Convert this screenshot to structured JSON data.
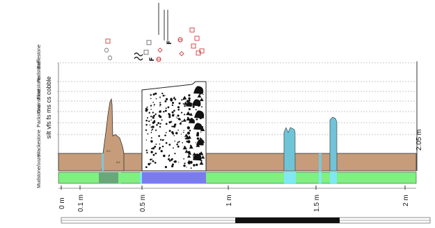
{
  "grain_size_header": "silt vfs fs ms cs cobble",
  "lithology_labels": [
    "Mudstone/ooze",
    "Wackestone",
    "Packstone",
    "Grainstone",
    "Floatstone",
    "Rudstone",
    "Bafflestone"
  ],
  "height_label": "2.05 m",
  "scale_ticks": [
    "0 m",
    "0.1 m",
    "0.5 m",
    "1 m",
    "1.5 m",
    "2 m"
  ],
  "symbols": {
    "fossil_mark": "F",
    "sedimentary_structure_icon": "wavy-lamination-icon",
    "fossil_icon": "fossil-icon"
  },
  "colors": {
    "sand_fill": "#c69c7a",
    "bar_green": "#80f080",
    "bar_dark_green": "#6aa87a",
    "bar_blue": "#7b7bf0",
    "bar_cyan": "#7fe8f5",
    "pillar_blue": "#6fc4d8",
    "marker_red": "#cc2222"
  },
  "small_labels": {
    "a": "8.6",
    "b": "9.0"
  }
}
